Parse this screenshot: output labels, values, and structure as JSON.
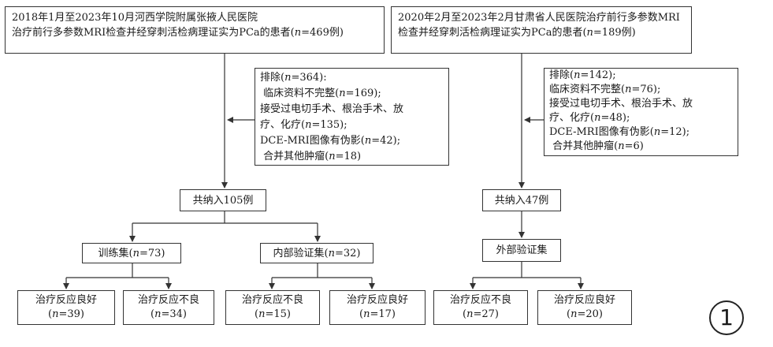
{
  "top_left": {
    "line1": "2018年1月至2023年10月河西学院附属张掖人民医院",
    "line2_pre": "治疗前行多参数MRI检查并经穿刺活检病理证实为PCa的患者(",
    "n_label": "n",
    "line2_post": "=469例)"
  },
  "top_right": {
    "line1": "2020年2月至2023年2月甘肃省人民医院治疗前行多参数MRI",
    "line2_pre": "检查并经穿刺活检病理证实为PCa的患者(",
    "n_label": "n",
    "line2_post": "=189例)"
  },
  "exclude_left": {
    "head_pre": "排除(",
    "head_post": "=364):",
    "items": [
      {
        "text": "临床资料不完整(",
        "post": "=169);"
      },
      {
        "text": "接受过电切手术、根治手术、放",
        "post": ""
      },
      {
        "text": "疗、化疗(",
        "post": "=135);"
      },
      {
        "text": "DCE-MRI图像有伪影(",
        "post": "=42);"
      },
      {
        "text": "合并其他肿瘤(",
        "post": "=18)"
      }
    ]
  },
  "exclude_right": {
    "head_pre": "排除(",
    "head_post": "=142);",
    "items": [
      {
        "text": "临床资料不完整(",
        "post": "=76);"
      },
      {
        "text": "接受过电切手术、根治手术、放",
        "post": ""
      },
      {
        "text": "疗、化疗(",
        "post": "=48);"
      },
      {
        "text": "DCE-MRI图像有伪影(",
        "post": "=12);"
      },
      {
        "text": "合并其他肿瘤(",
        "post": "=6)"
      }
    ]
  },
  "included_left": "共纳入105例",
  "included_right": "共纳入47例",
  "train": {
    "pre": "训练集(",
    "post": "=73)"
  },
  "internal": {
    "pre": "内部验证集(",
    "post": "=32)"
  },
  "external": "外部验证集",
  "leaves": [
    {
      "label": "治疗反应良好",
      "pre": "(",
      "post": "=39)"
    },
    {
      "label": "治疗反应不良",
      "pre": "(",
      "post": "=34)"
    },
    {
      "label": "治疗反应不良",
      "pre": "(",
      "post": "=15)"
    },
    {
      "label": "治疗反应良好",
      "pre": "(",
      "post": "=17)"
    },
    {
      "label": "治疗反应不良",
      "pre": "(",
      "post": "=27)"
    },
    {
      "label": "治疗反应良好",
      "pre": "(",
      "post": "=20)"
    }
  ],
  "figure_number": "1",
  "colors": {
    "line": "#333333",
    "text": "#1a1a1a"
  }
}
